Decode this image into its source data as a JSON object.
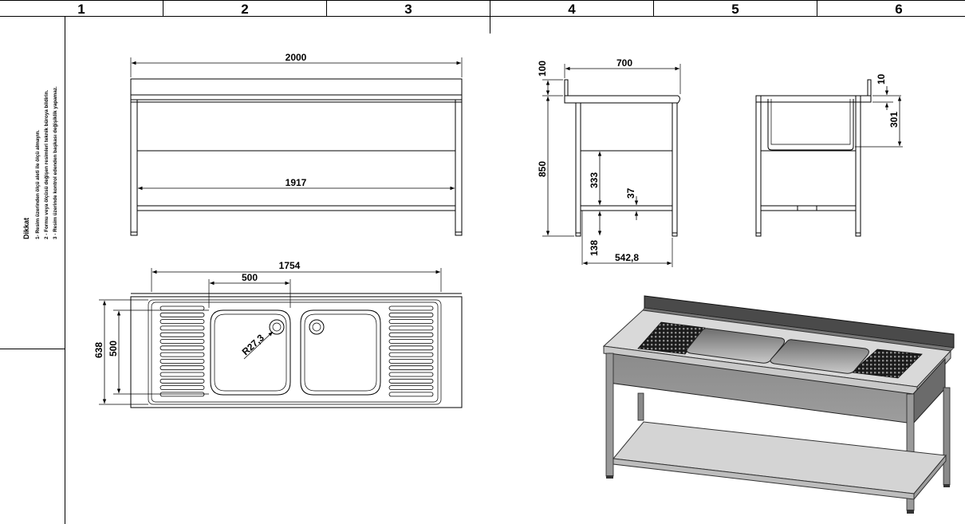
{
  "columns": [
    "1",
    "2",
    "3",
    "4",
    "5",
    "6"
  ],
  "notes": {
    "title": "Dikkat",
    "lines": [
      "1- Resim üzerinden ölçü aleti ile ölçü almayın.",
      "2 - Formu veya ölçüsü değişen resimleri teknik büroya bildirin.",
      "3 - Resim üzerinde kontrol edenden başkası değişiklik yapamaz."
    ]
  },
  "front_view": {
    "overall_width": "2000",
    "inner_width": "1917"
  },
  "side_view": {
    "depth": "700",
    "backsplash": "100",
    "height": "850",
    "shelf_height": "333",
    "shelf_thickness": "37",
    "foot": "138",
    "shelf_depth": "542,8"
  },
  "section_view": {
    "lip": "10",
    "bowl_depth": "301"
  },
  "top_view": {
    "bowl_area_width": "1754",
    "bowl_width": "500",
    "depth": "638",
    "bowl_depth": "500",
    "drain_radius": "R27,3"
  },
  "colors": {
    "line": "#000000",
    "steel_dark": "#5a5a5a",
    "steel_light": "#d9d9d9"
  }
}
